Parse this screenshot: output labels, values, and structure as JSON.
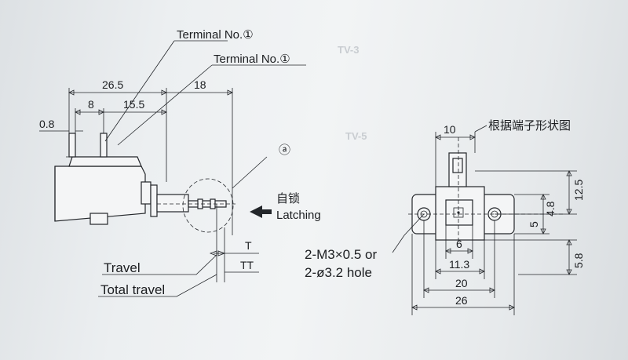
{
  "left_view": {
    "terminal_label_1": "Terminal No.①",
    "terminal_label_2": "Terminal No.①",
    "dims": {
      "d_26_5": "26.5",
      "d_18": "18",
      "d_8": "8",
      "d_15_5": "15.5",
      "d_0_8": "0.8",
      "t": "T",
      "tt": "TT"
    },
    "callout_a": "ⓐ",
    "latching_cn": "自锁",
    "latching_en": "Latching",
    "travel": "Travel",
    "total_travel": "Total travel"
  },
  "right_view": {
    "note_cn": "根据端子形状图",
    "dims": {
      "d_10": "10",
      "d_12_5": "12.5",
      "d_4_8": "4.8",
      "d_5": "5",
      "d_5_8": "5.8",
      "d_6": "6",
      "d_11_3": "11.3",
      "d_20": "20",
      "d_26": "26"
    },
    "hole_note_1": "2-M3×0.5 or",
    "hole_note_2": "2-ø3.2 hole"
  },
  "background_ghost": {
    "t1": "TV-3",
    "t2": "TV-5"
  }
}
